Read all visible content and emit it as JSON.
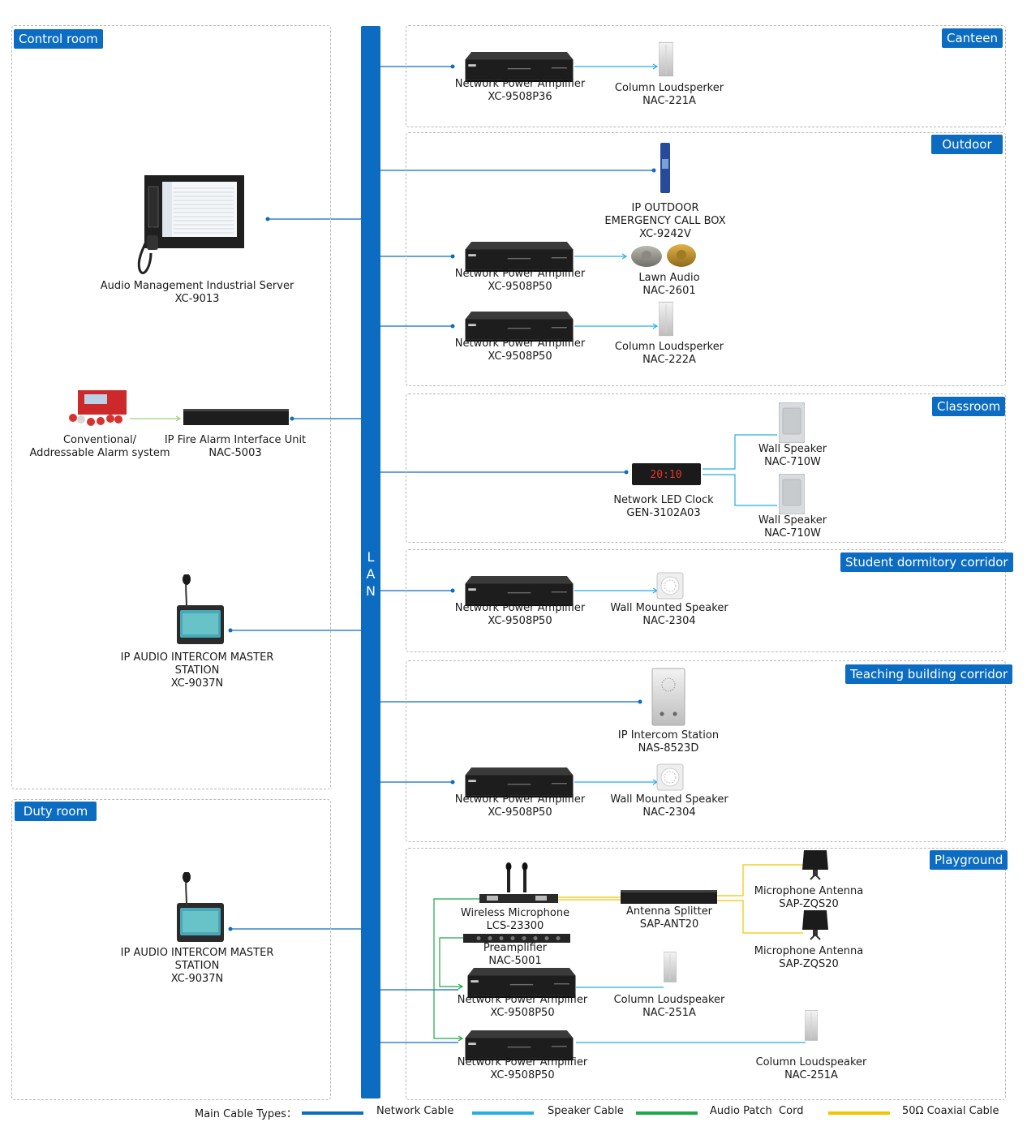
{
  "colors": {
    "network": "#0b6cc1",
    "speaker": "#25aee6",
    "audio_patch": "#1fa84a",
    "coaxial": "#f5c400",
    "zone_label_bg": "#0b6cc1"
  },
  "lan": {
    "letters": [
      "L",
      "A",
      "N"
    ]
  },
  "zones": {
    "control_room": "Control room",
    "duty_room": "Duty room",
    "canteen": "Canteen",
    "outdoor": "Outdoor",
    "classroom": "Classroom",
    "dormitory": "Student dormitory corridor",
    "teaching": "Teaching building corridor",
    "playground": "Playground"
  },
  "devices": {
    "server": {
      "name": "Audio Management Industrial Server",
      "model": "XC-9013"
    },
    "alarm": {
      "line1": "Conventional/",
      "line2": "Addressable Alarm system"
    },
    "fire_unit": {
      "name": "IP Fire Alarm Interface Unit",
      "model": "NAC-5003"
    },
    "intercom_master_1": {
      "line1": "IP AUDIO INTERCOM MASTER",
      "line2": "STATION",
      "model": "XC-9037N"
    },
    "intercom_master_2": {
      "line1": "IP AUDIO INTERCOM MASTER",
      "line2": "STATION",
      "model": "XC-9037N"
    },
    "canteen_amp": {
      "name": "Network Power Amplifier",
      "model": "XC-9508P36"
    },
    "canteen_spk": {
      "name": "Column Loudsperker",
      "model": "NAC-221A"
    },
    "call_box": {
      "line1": "IP OUTDOOR",
      "line2": "EMERGENCY CALL BOX",
      "model": "XC-9242V"
    },
    "outdoor_amp1": {
      "name": "Network Power Amplifier",
      "model": "XC-9508P50"
    },
    "lawn": {
      "name": "Lawn Audio",
      "model": "NAC-2601"
    },
    "outdoor_amp2": {
      "name": "Network Power Amplifier",
      "model": "XC-9508P50"
    },
    "outdoor_spk": {
      "name": "Column Loudsperker",
      "model": "NAC-222A"
    },
    "led_clock": {
      "name": "Network LED Clock",
      "model": "GEN-3102A03",
      "display": "20:10"
    },
    "wall_spk1": {
      "name": "Wall Speaker",
      "model": "NAC-710W"
    },
    "wall_spk2": {
      "name": "Wall Speaker",
      "model": "NAC-710W"
    },
    "dorm_amp": {
      "name": "Network Power Amplifier",
      "model": "XC-9508P50"
    },
    "dorm_spk": {
      "name": "Wall Mounted Speaker",
      "model": "NAC-2304"
    },
    "intercom_station": {
      "name": "IP Intercom Station",
      "model": "NAS-8523D"
    },
    "teach_amp": {
      "name": "Network Power Amplifier",
      "model": "XC-9508P50"
    },
    "teach_spk": {
      "name": "Wall Mounted Speaker",
      "model": "NAC-2304"
    },
    "wireless_mic": {
      "name": "Wireless Microphone",
      "model": "LCS-23300"
    },
    "splitter": {
      "name": "Antenna Splitter",
      "model": "SAP-ANT20"
    },
    "antenna1": {
      "name": "Microphone Antenna",
      "model": "SAP-ZQS20"
    },
    "antenna2": {
      "name": "Microphone Antenna",
      "model": "SAP-ZQS20"
    },
    "preamp": {
      "name": "Preamplifier",
      "model": "NAC-5001"
    },
    "play_amp1": {
      "name": "Network Power Amplifier",
      "model": "XC-9508P50"
    },
    "play_spk1": {
      "name": "Column Loudspeaker",
      "model": "NAC-251A"
    },
    "play_amp2": {
      "name": "Network Power Amplifier",
      "model": "XC-9508P50"
    },
    "play_spk2": {
      "name": "Column Loudspeaker",
      "model": "NAC-251A"
    }
  },
  "legend": {
    "title": "Main Cable Types：",
    "network": "Network Cable",
    "speaker": "Speaker Cable",
    "audio_patch": "Audio Patch  Cord",
    "coaxial": "50Ω Coaxial Cable"
  }
}
